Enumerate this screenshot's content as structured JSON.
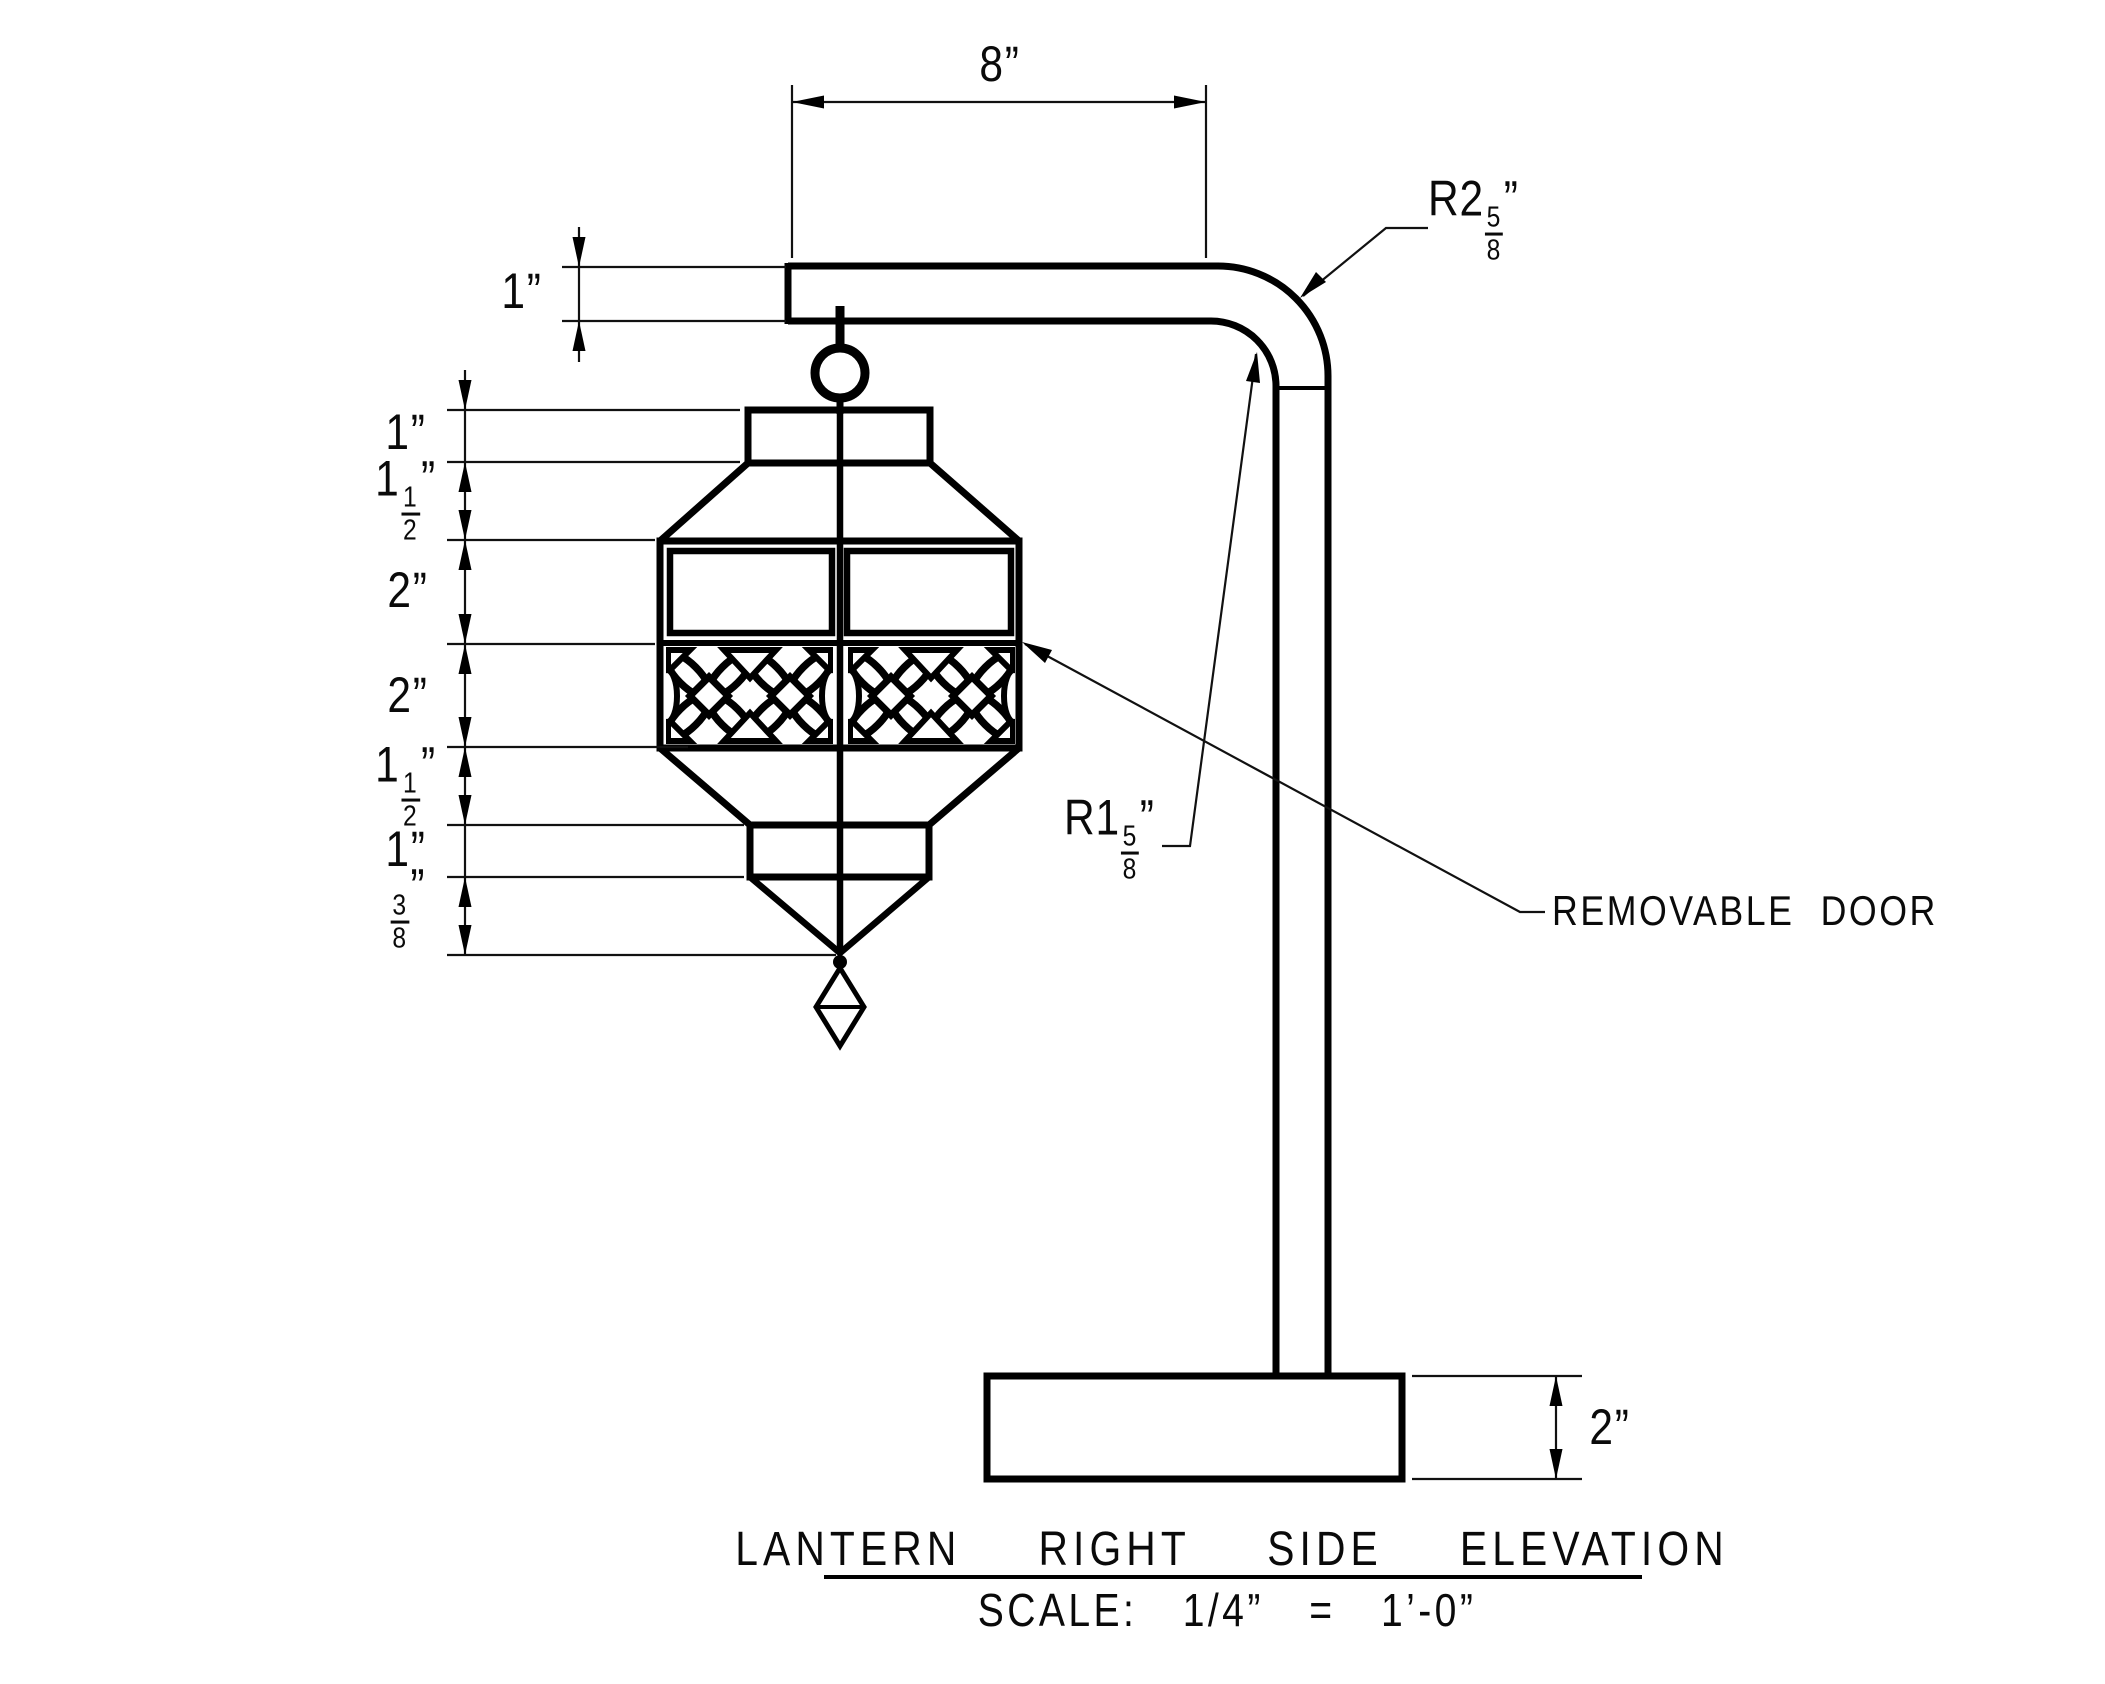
{
  "meta": {
    "background": "#ffffff",
    "line_color": "#000000",
    "drawing_type": "technical elevation drawing"
  },
  "title_block": {
    "title": "LANTERN  RIGHT  SIDE  ELEVATION",
    "scale_note": "SCALE:  1/4”  =  1’-0”"
  },
  "annotations": {
    "removable_door": "REMOVABLE DOOR",
    "radius_outer": {
      "prefix": "R2",
      "numerator": "5",
      "denominator": "8",
      "suffix": "”"
    },
    "radius_inner": {
      "prefix": "R1",
      "numerator": "5",
      "denominator": "8",
      "suffix": "”"
    }
  },
  "dimensions": {
    "top_width": "8”",
    "arm_thickness": "1”",
    "base_height": "2”",
    "stack": [
      {
        "name": "top-cap-height",
        "text": "1”"
      },
      {
        "name": "upper-shoulder-height",
        "prefix": "1",
        "numerator": "1",
        "denominator": "2",
        "suffix": "”"
      },
      {
        "name": "glass-panel-height",
        "text": "2”"
      },
      {
        "name": "screen-panel-height",
        "text": "2”"
      },
      {
        "name": "lower-shoulder-height",
        "prefix": "1",
        "numerator": "1",
        "denominator": "2",
        "suffix": "”"
      },
      {
        "name": "lower-cap-height",
        "text": "1”"
      },
      {
        "name": "tip-height",
        "numerator": "3",
        "denominator": "8",
        "suffix": "”"
      }
    ]
  }
}
